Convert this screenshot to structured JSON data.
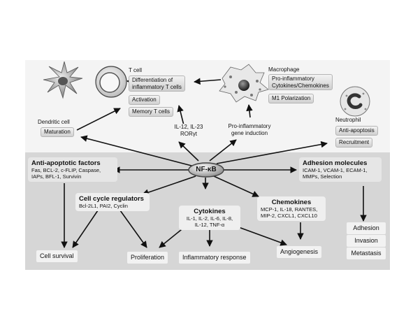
{
  "cells": {
    "dendritic": "Dendritic cell",
    "tcell": "T cell",
    "macrophage": "Macrophage",
    "neutrophil": "Neutrophil"
  },
  "boxes": {
    "maturation": "Maturation",
    "differentiation_1": "Differentiation of",
    "differentiation_2": "inflammatory T cells",
    "activation": "Activation",
    "memory": "Memory T cells",
    "proinf_1": "Pro-inflammatory",
    "proinf_2": "Cytokines/Chemokines",
    "m1": "M1 Polarization",
    "anti_apoptosis": "Anti-apoptosis",
    "recruitment": "Recruitment"
  },
  "labels": {
    "il12_1": "IL-12, IL-23",
    "il12_2": "RORγt",
    "gene_1": "Pro-inflammatory",
    "gene_2": "gene induction"
  },
  "center": "NF-κB",
  "groups": {
    "antiapoptotic": {
      "title": "Anti-apoptotic factors",
      "lines": [
        "Fas, BCL-2, c-FLIP, Caspase,",
        "IAPs, BFL-1, Survivin"
      ]
    },
    "adhesion": {
      "title": "Adhesion molecules",
      "lines": [
        "ICAM-1, VCAM-1, ECAM-1,",
        "MMPs, Selection"
      ]
    },
    "cellcycle": {
      "title": "Cell cycle regulators",
      "lines": [
        "Bcl-2L1, PAI2, Cyclin"
      ]
    },
    "cytokines": {
      "title": "Cytokines",
      "lines": [
        "IL-1, IL-2, IL-6, IL-8,",
        "IL-12, TNF-α"
      ]
    },
    "chemokines": {
      "title": "Chemokines",
      "lines": [
        "MCP-1, IL-18, RANTES,",
        "MIP-2, CXCL1, CXCL10"
      ]
    }
  },
  "outcomes": {
    "survival": "Cell survival",
    "proliferation": "Proliferation",
    "inflammatory": "Inflammatory response",
    "angiogenesis": "Angiogenesis",
    "adhesion": "Adhesion",
    "invasion": "Invasion",
    "metastasis": "Metastasis"
  }
}
